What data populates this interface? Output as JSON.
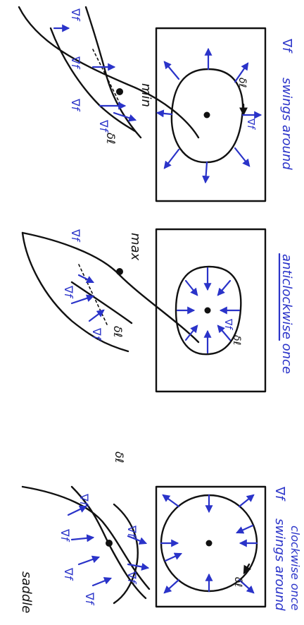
{
  "labels": {
    "min": "min",
    "max": "max",
    "saddle": "saddle",
    "gradient": "∇f",
    "curve": "δℓ"
  },
  "captions": {
    "left_prefix": "∇f",
    "left_text": "swings around",
    "middle_text": "anticlockwise once",
    "right_prefix": "∇f",
    "right_line1": "swings around",
    "right_line2": "clockwise once"
  },
  "colors": {
    "ink": "#111111",
    "vector": "#2a33c9"
  }
}
